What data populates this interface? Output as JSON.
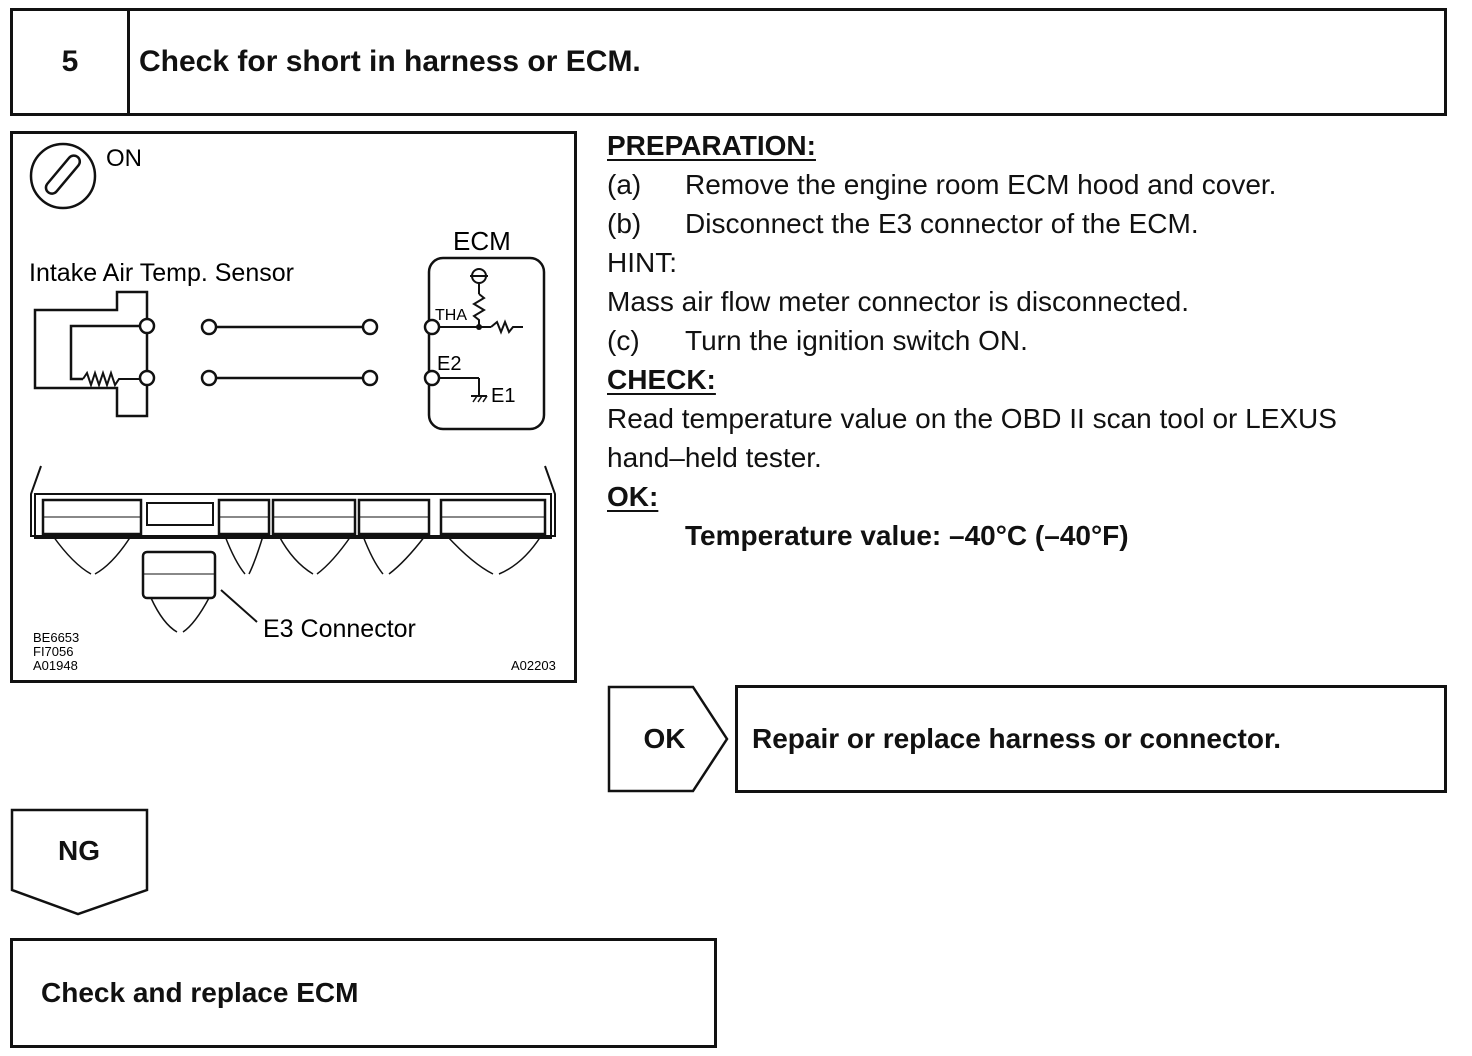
{
  "step": {
    "number": "5",
    "title": "Check for short in harness or ECM."
  },
  "figure": {
    "ignition_label": "ON",
    "ecm_label": "ECM",
    "sensor_label": "Intake Air Temp. Sensor",
    "tha_label": "THA",
    "e2_label": "E2",
    "e1_label": "E1",
    "connector_label": "E3 Connector",
    "codes_left": [
      "BE6653",
      "FI7056",
      "A01948"
    ],
    "code_right": "A02203",
    "icons": [
      "ignition-switch-icon",
      "resistor-icon",
      "ground-icon",
      "connector-icon"
    ]
  },
  "instructions": {
    "preparation_heading": "PREPARATION:",
    "steps": [
      {
        "tag": "(a)",
        "text": "Remove the engine room ECM hood and cover."
      },
      {
        "tag": "(b)",
        "text": "Disconnect the E3 connector of the ECM."
      }
    ],
    "hint_heading": "HINT:",
    "hint_text": "Mass air flow meter connector is disconnected.",
    "step_c": {
      "tag": "(c)",
      "text": "Turn the ignition switch ON."
    },
    "check_heading": "CHECK:",
    "check_line1": "Read temperature value on the OBD II scan tool or LEXUS",
    "check_line2": "hand–held tester.",
    "ok_heading": "OK:",
    "ok_spec": "Temperature value: –40°C (–40°F)"
  },
  "flow": {
    "ok_label": "OK",
    "ok_result": "Repair or replace harness or connector.",
    "ng_label": "NG",
    "ng_result": "Check and replace ECM"
  }
}
